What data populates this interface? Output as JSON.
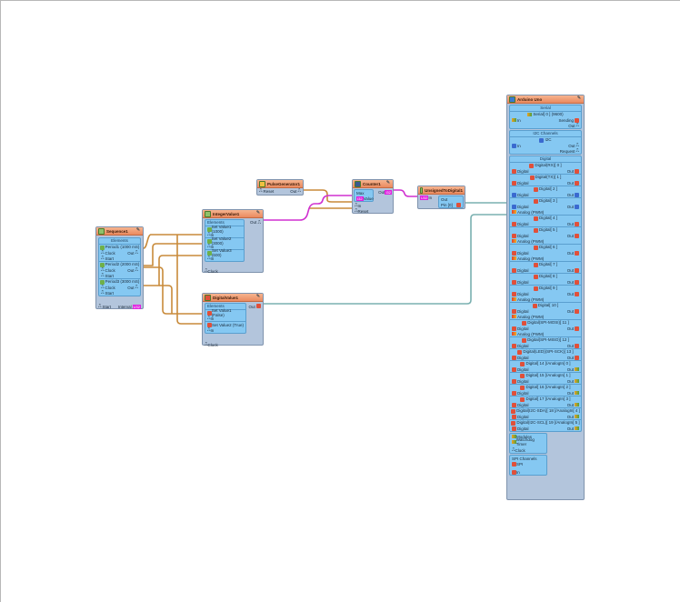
{
  "blocks": {
    "sequence": {
      "title": "Sequence1",
      "group_title": "Elements",
      "periods": [
        {
          "label": "Period1 (1000 mS)",
          "clock": "Clock",
          "out": "Out",
          "start": "Start"
        },
        {
          "label": "Period2 (2000 mS)",
          "clock": "Clock",
          "out": "Out",
          "start": "Start"
        },
        {
          "label": "Period3 (3000 mS)",
          "clock": "Clock",
          "out": "Out",
          "start": "Start"
        }
      ],
      "start": "Start",
      "interval": "Interval",
      "interval_badge": "U32"
    },
    "integer_value": {
      "title": "IntegerValue1",
      "group_title": "Elements",
      "out": "Out",
      "items": [
        {
          "label": "Set Value1 (1000)",
          "in": "In"
        },
        {
          "label": "Set Value2 (3000)",
          "in": "In"
        },
        {
          "label": "Set Value3 (600)",
          "in": "In"
        }
      ],
      "clock": "Clock"
    },
    "digital_value": {
      "title": "DigitalValue1",
      "group_title": "Elements",
      "out": "Out",
      "items": [
        {
          "label": "Set Value1 (False)",
          "in": "In"
        },
        {
          "label": "Set Value2 (True)",
          "in": "In"
        }
      ],
      "clock": "Clock"
    },
    "pulse_generator": {
      "title": "PulseGenerator1",
      "reset": "Reset",
      "out": "Out"
    },
    "counter": {
      "title": "Counter1",
      "max": "Max",
      "value": "Value",
      "value_badge": "I32",
      "in": "In",
      "reset": "Reset",
      "out": "Out",
      "out_badge": "I32"
    },
    "unsigned_to_digital": {
      "title": "UnsignedToDigital1",
      "in": "In",
      "in_badge": "U32",
      "out": "Out",
      "pin": "Pin [0]"
    },
    "arduino": {
      "title": "Arduino Uno",
      "serial_title": "Serial",
      "serial_item": "Serial[ 0 ] (9600)",
      "serial_in": "In",
      "sending": "Sending",
      "out": "Out",
      "i2c_title": "I2C Channels",
      "i2c_item": "I2C",
      "i2c_in": "In",
      "request": "Request",
      "digital_title": "Digital",
      "digital_pins": [
        {
          "label": "Digital(RX)[ 0 ]",
          "pwm": false,
          "analog": false
        },
        {
          "label": "Digital(TX)[ 1 ]",
          "pwm": false,
          "analog": false
        },
        {
          "label": "Digital[ 2 ]",
          "pwm": false,
          "analog": false
        },
        {
          "label": "Digital[ 3 ]",
          "pwm": true,
          "analog": false
        },
        {
          "label": "Digital[ 4 ]",
          "pwm": false,
          "analog": false
        },
        {
          "label": "Digital[ 5 ]",
          "pwm": true,
          "analog": false
        },
        {
          "label": "Digital[ 6 ]",
          "pwm": true,
          "analog": false
        },
        {
          "label": "Digital[ 7 ]",
          "pwm": false,
          "analog": false
        },
        {
          "label": "Digital[ 8 ]",
          "pwm": false,
          "analog": false
        },
        {
          "label": "Digital[ 9 ]",
          "pwm": true,
          "analog": false
        },
        {
          "label": "Digital[ 10 ]",
          "pwm": true,
          "analog": false
        },
        {
          "label": "Digital(SPI-MOSI)[ 11 ]",
          "pwm": true,
          "analog": false
        },
        {
          "label": "Digital(SPI-MISO)[ 12 ]",
          "pwm": false,
          "analog": false
        },
        {
          "label": "Digital(LED)(SPI-SCK)[ 13 ]",
          "pwm": false,
          "analog": false
        },
        {
          "label": "Digital[ 14 ]/AnalogIn[ 0 ]",
          "pwm": false,
          "analog": true
        },
        {
          "label": "Digital[ 15 ]/AnalogIn[ 1 ]",
          "pwm": false,
          "analog": true
        },
        {
          "label": "Digital[ 16 ]/AnalogIn[ 2 ]",
          "pwm": false,
          "analog": true
        },
        {
          "label": "Digital[ 17 ]/AnalogIn[ 3 ]",
          "pwm": false,
          "analog": true
        },
        {
          "label": "Digital(I2C-SDA)[ 18 ]/AnalogIn[ 4 ]",
          "pwm": false,
          "analog": true
        },
        {
          "label": "Digital(I2C-SCL)[ 19 ]/AnalogIn[ 5 ]",
          "pwm": false,
          "analog": true
        }
      ],
      "digital_label": "Digital",
      "pwm_label": "Analog (PWM)",
      "modules_title": "Modules",
      "watchdog": "Watchdog Timer",
      "clock": "Clock",
      "spi_title": "SPI Channels",
      "spi_item": "SPI",
      "spi_in": "In"
    }
  },
  "colors": {
    "wire_clock": "#c88a3a",
    "wire_int": "#d030d0",
    "wire_digital": "#7ab0b0"
  }
}
